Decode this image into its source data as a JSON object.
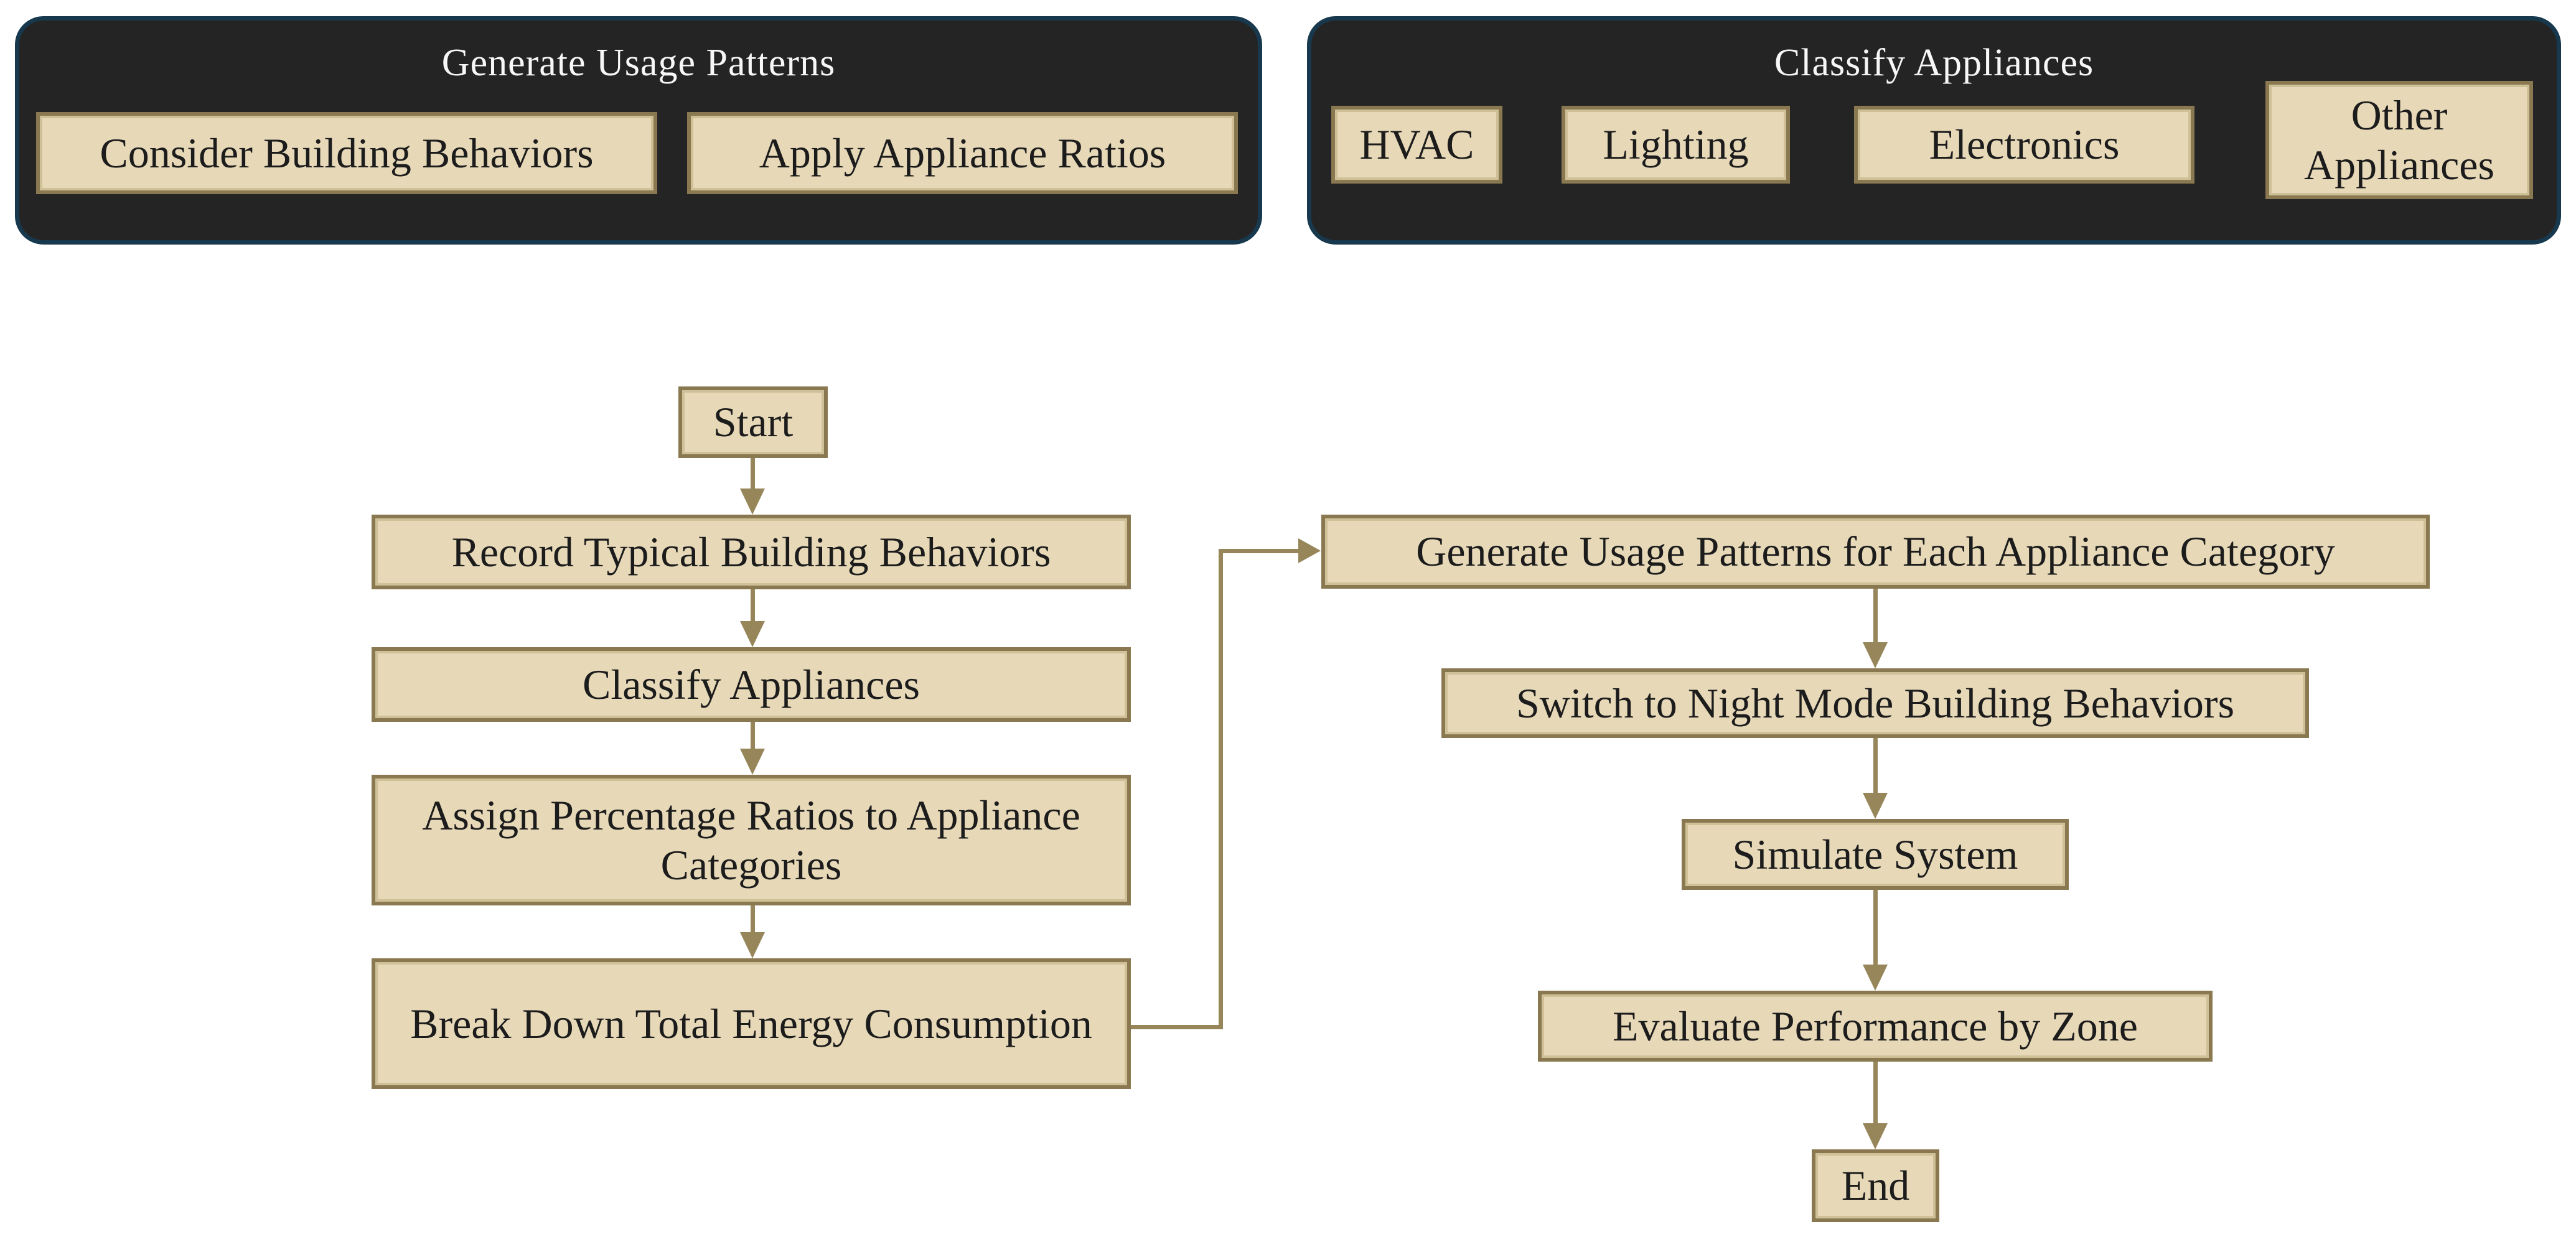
{
  "colors": {
    "panel_fill": "#242424",
    "panel_border": "#17384d",
    "node_fill": "#e7d9b8",
    "node_border": "#8a7950",
    "node_inner": "#cfc098",
    "arrow": "#97865a",
    "node_text": "#1c1c1c",
    "title_text": "#f7f7f7",
    "page_bg": "#ffffff"
  },
  "groups": {
    "usage": {
      "title": "Generate Usage Patterns",
      "items": {
        "consider": "Consider Building Behaviors",
        "apply": "Apply Appliance Ratios"
      }
    },
    "appliances": {
      "title": "Classify Appliances",
      "items": {
        "hvac": "HVAC",
        "lighting": "Lighting",
        "electronics": "Electronics",
        "other": "Other Appliances"
      }
    }
  },
  "flow": {
    "start": "Start",
    "record": "Record Typical Building Behaviors",
    "classify": "Classify Appliances",
    "assign": "Assign Percentage Ratios to Appliance Categories",
    "breakdown": "Break Down Total Energy Consumption",
    "generate": "Generate Usage Patterns for Each Appliance Category",
    "night": "Switch to Night Mode Building Behaviors",
    "simulate": "Simulate System",
    "evaluate": "Evaluate Performance by Zone",
    "end": "End"
  }
}
